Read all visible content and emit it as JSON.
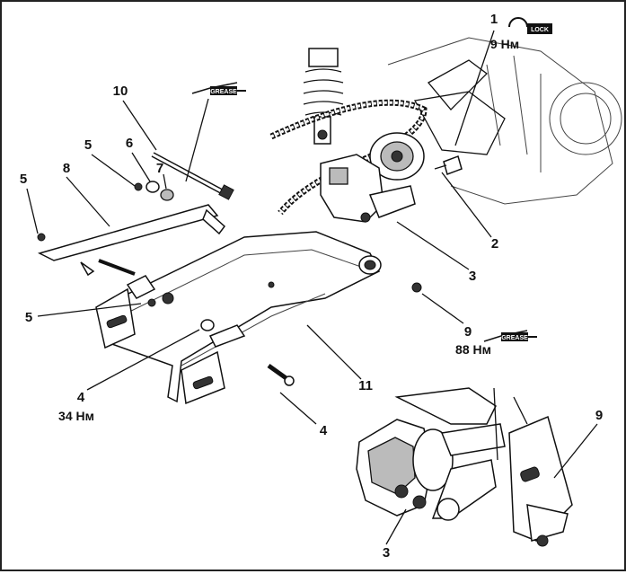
{
  "callouts": {
    "c1": "1",
    "c1_torque": "9 Нм",
    "c1_icon": "LOCK",
    "c2": "2",
    "c3a": "3",
    "c3b": "3",
    "c4a": "4",
    "c4a_torque": "34 Нм",
    "c4b": "4",
    "c5a": "5",
    "c5b": "5",
    "c5c": "5",
    "c6": "6",
    "c7": "7",
    "c8": "8",
    "c9a": "9",
    "c9a_torque": "88 Нм",
    "c9a_icon": "GREASE",
    "c9b": "9",
    "c10": "10",
    "c10_icon": "GREASE",
    "c11": "11"
  },
  "icons": {
    "lock": "lock-icon",
    "grease": "grease-gun-icon"
  }
}
